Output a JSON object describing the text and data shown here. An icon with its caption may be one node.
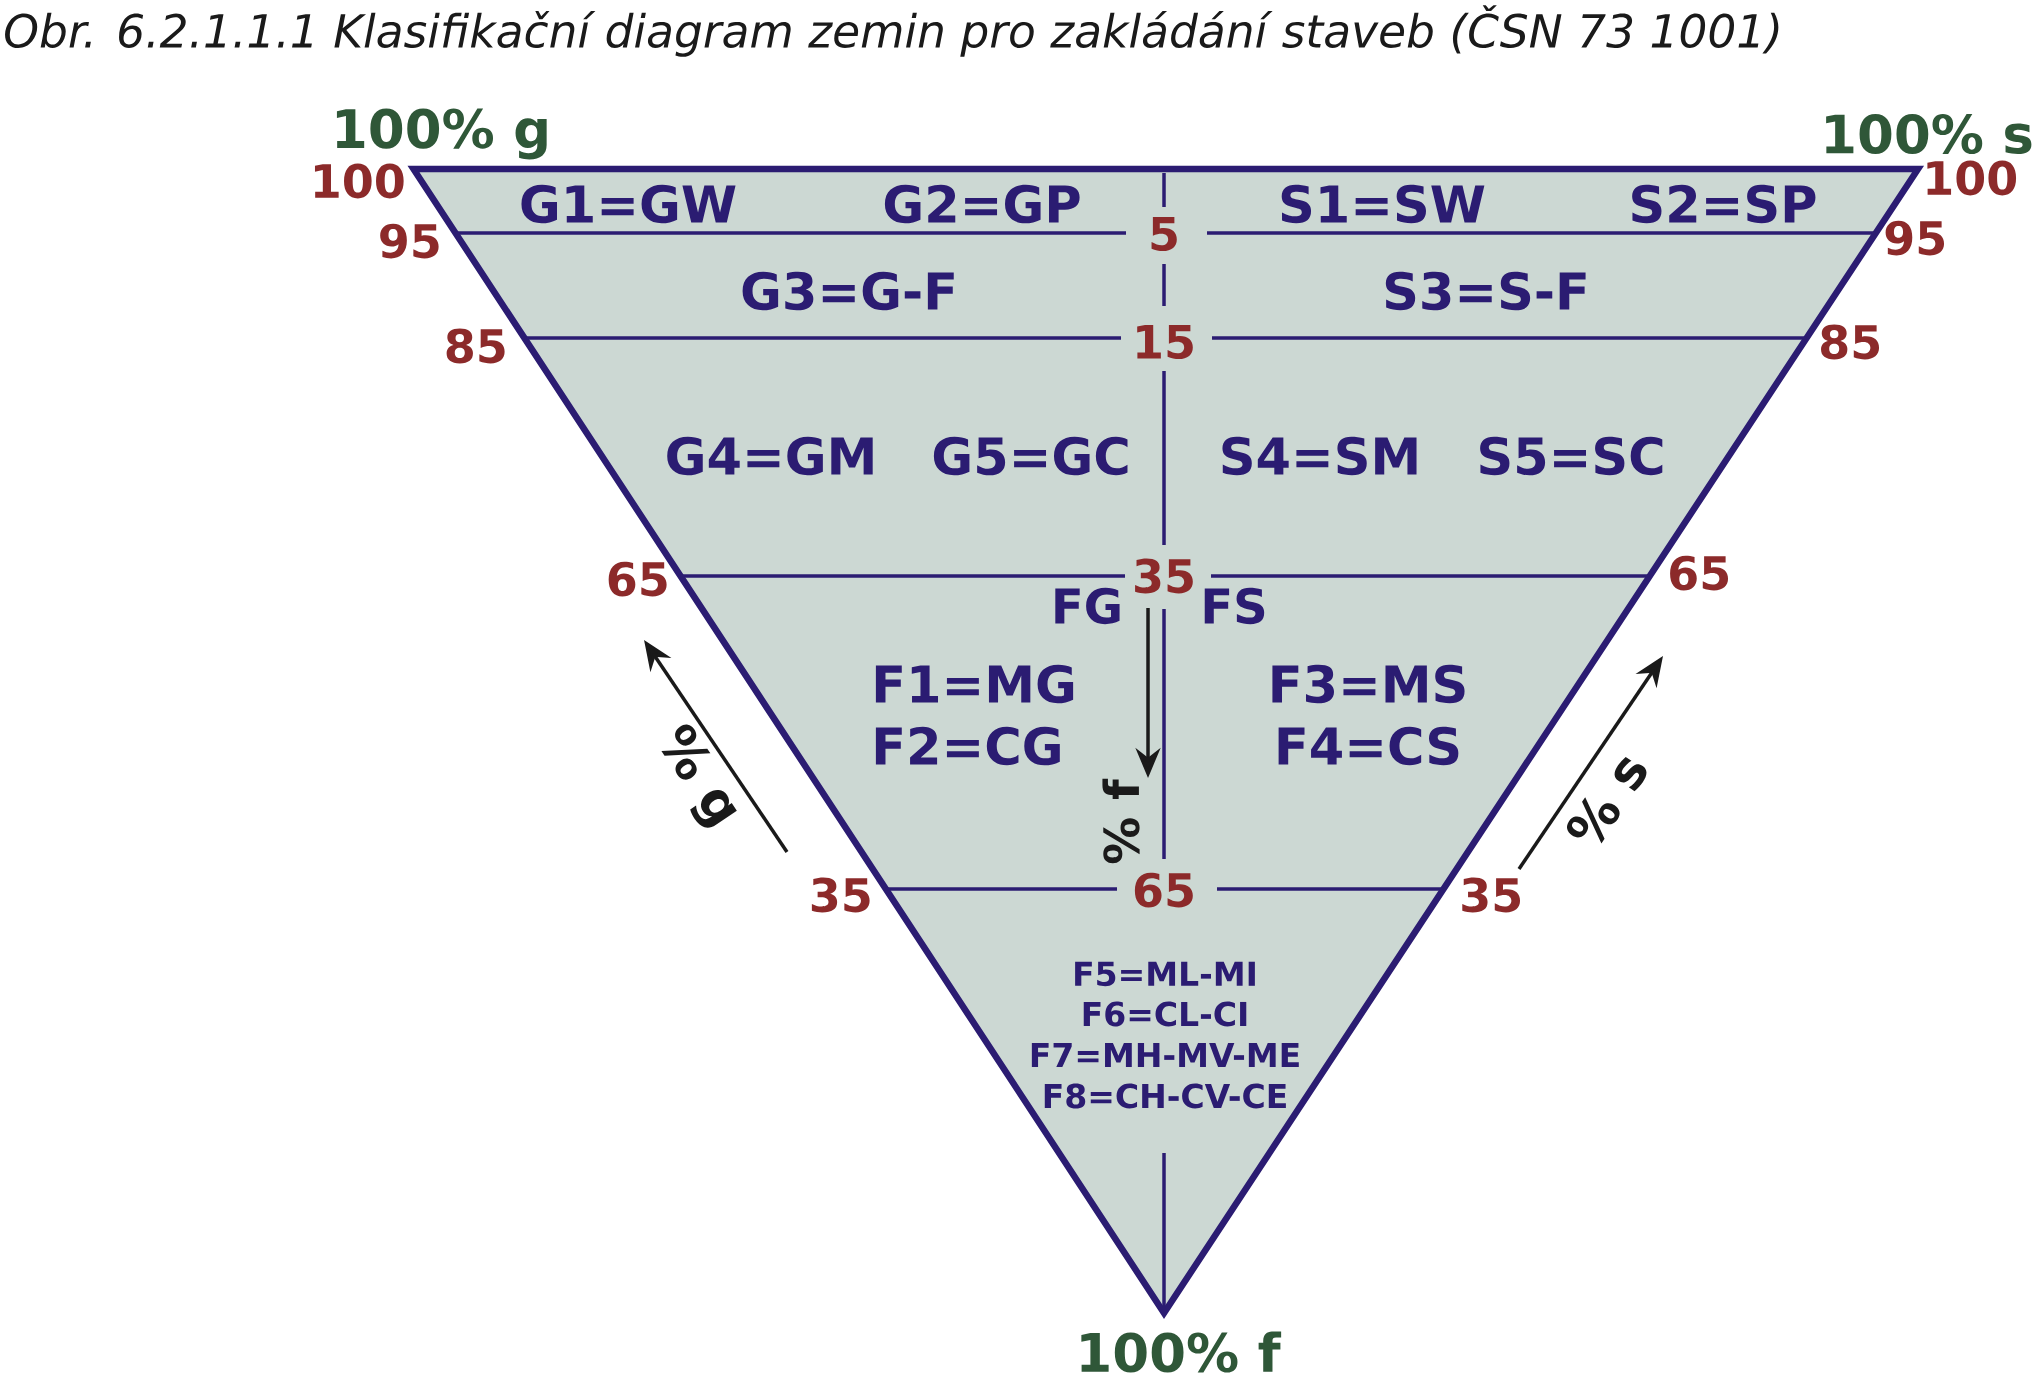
{
  "diagram": {
    "caption": "Obr. 6.2.1.1.1 Klasifikační diagram zemin pro zakládání staveb (ČSN 73 1001)",
    "nodes": [
      {
        "text": [],
        "shape": "triangle"
      },
      {
        "text": [
          "G1=GW",
          "G2=GP"
        ],
        "in": 0
      },
      {
        "text": [
          "S1=SW",
          "S2=SP"
        ],
        "in": 0
      },
      {
        "text": [
          "G3=G-F"
        ],
        "in": 0
      },
      {
        "text": [
          "S3=S-F"
        ],
        "in": 0
      },
      {
        "text": [
          "G4=GM",
          "G5=GC"
        ],
        "in": 0
      },
      {
        "text": [
          "S4=SM",
          "S5=SC"
        ],
        "in": 0
      },
      {
        "text": [
          "FG",
          "F1=MG",
          "F2=CG"
        ],
        "in": 0
      },
      {
        "text": [
          "FS",
          "F3=MS",
          "F4=CS"
        ],
        "in": 0
      },
      {
        "text": [
          "F5=ML-MI",
          "F6=CL-CI",
          "F7=MH-MV-ME",
          "F8=CH-CV-CE"
        ],
        "in": 0
      }
    ],
    "labels": [
      "100% g",
      "100% s",
      "100",
      "100",
      "95",
      "5",
      "95",
      "85",
      "15",
      "85",
      "65",
      "35",
      "65",
      "% g",
      "% f",
      "% s",
      "35",
      "65",
      "35",
      "100% f"
    ]
  }
}
